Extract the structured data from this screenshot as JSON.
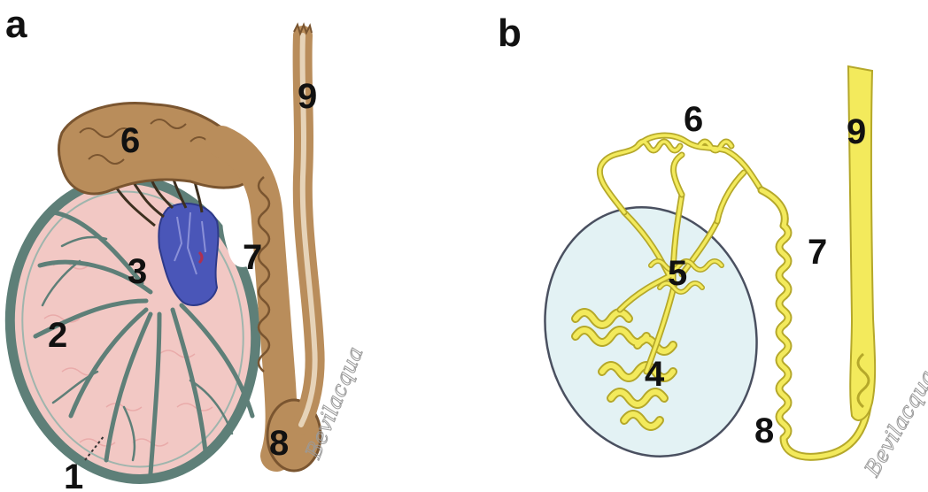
{
  "figure": {
    "panels": [
      {
        "id": "a",
        "label": "a"
      },
      {
        "id": "b",
        "label": "b"
      }
    ],
    "panel_a_numbers": [
      "1",
      "2",
      "3",
      "6",
      "7",
      "8",
      "9"
    ],
    "panel_b_numbers": [
      "4",
      "5",
      "6",
      "7",
      "8",
      "9"
    ],
    "signature": "Bevilacqua",
    "colors": {
      "testis_fill": "#f2c8c4",
      "testis_septa": "#5e7f78",
      "rete_blue": "#4a56b8",
      "epididymis_brown": "#b98d5b",
      "duct_yellow": "#f3ea5c",
      "panel_b_testis": "#e3f2f4"
    }
  }
}
